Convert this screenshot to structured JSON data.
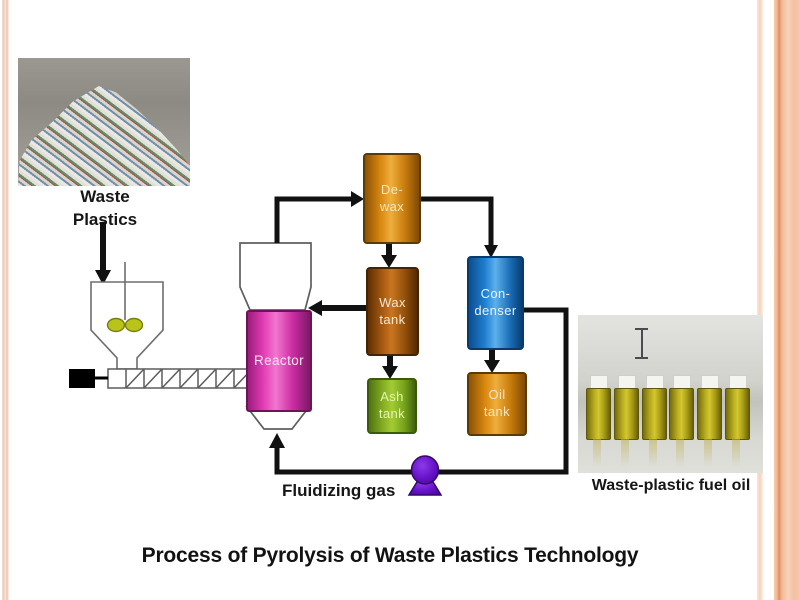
{
  "slide": {
    "title": "Process of Pyrolysis of Waste Plastics Technology"
  },
  "waste_plastics_photo": {
    "caption_line1": "Waste",
    "caption_line2": "Plastics"
  },
  "fuel_oil_photo": {
    "caption": "Waste-plastic fuel oil",
    "bottle_count": "6"
  },
  "process": {
    "reactor_label": "Reactor",
    "dewax_line1": "De-",
    "dewax_line2": "wax",
    "wax_line1": "Wax",
    "wax_line2": "tank",
    "ash_line1": "Ash",
    "ash_line2": "tank",
    "condenser_line1": "Con-",
    "condenser_line2": "denser",
    "oil_line1": "Oil",
    "oil_line2": "tank",
    "fluidizing_gas_label": "Fluidizing gas"
  },
  "colors": {
    "reactor": "#e23db4",
    "dewax_tank": "#d8860f",
    "wax_tank": "#a85a10",
    "ash_tank": "#84ad22",
    "condenser": "#1f7fd0",
    "oil_tank": "#d8860f",
    "pump": "#6712c9",
    "stirrer_paddles": "#b9c319",
    "flow_line": "#111111",
    "frame_accent": "#f2b893"
  }
}
